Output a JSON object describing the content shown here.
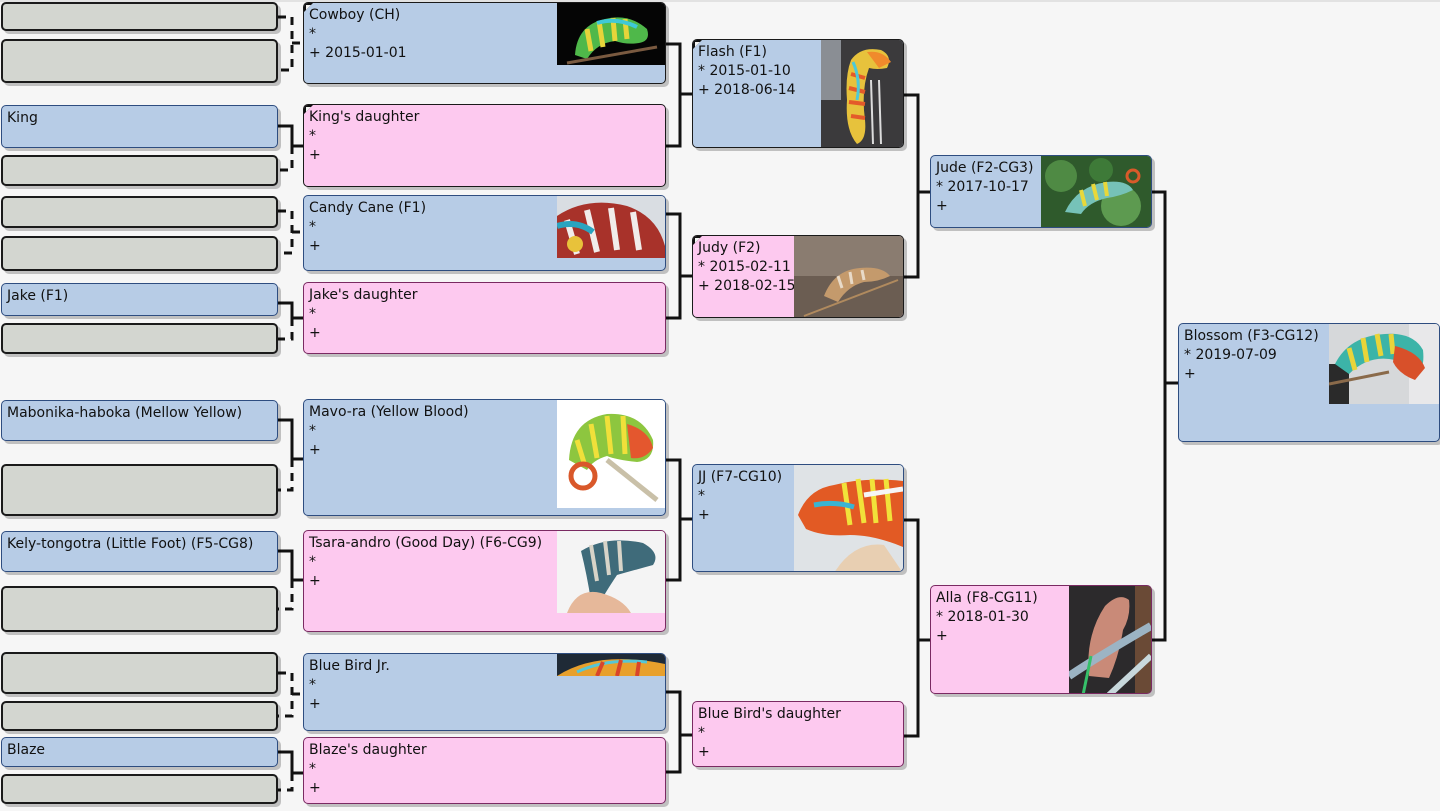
{
  "pedigree": {
    "root": {
      "name": "Blossom (F3-CG12)",
      "born": "* 2019-07-09",
      "died": "+",
      "sex": "male",
      "photo": "chameleon-photo"
    },
    "parents": [
      {
        "name": "Jude (F2-CG3)",
        "born": "* 2017-10-17",
        "died": "+",
        "sex": "male",
        "photo": "chameleon-photo"
      },
      {
        "name": "Alla (F8-CG11)",
        "born": "* 2018-01-30",
        "died": "+",
        "sex": "female",
        "photo": "chameleon-photo"
      }
    ],
    "grandparents": [
      {
        "name": "Flash (F1)",
        "born": "* 2015-01-10",
        "died": "+ 2018-06-14",
        "sex": "male",
        "photo": "chameleon-photo"
      },
      {
        "name": "Judy (F2)",
        "born": "* 2015-02-11",
        "died": "+ 2018-02-15",
        "sex": "female",
        "photo": "chameleon-photo"
      },
      {
        "name": "JJ (F7-CG10)",
        "born": "*",
        "died": "+",
        "sex": "male",
        "photo": "chameleon-photo"
      },
      {
        "name": "Blue Bird's daughter",
        "born": "*",
        "died": "+",
        "sex": "female",
        "photo": null
      }
    ],
    "great_grandparents": [
      {
        "name": "Cowboy (CH)",
        "born": "*",
        "died": "+ 2015-01-01",
        "sex": "male",
        "photo": "chameleon-photo"
      },
      {
        "name": "King's daughter",
        "born": "*",
        "died": "+",
        "sex": "female",
        "photo": null
      },
      {
        "name": "Candy Cane (F1)",
        "born": "*",
        "died": "+",
        "sex": "male",
        "photo": "chameleon-photo"
      },
      {
        "name": "Jake's daughter",
        "born": "*",
        "died": "+",
        "sex": "female",
        "photo": null
      },
      {
        "name": "Mavo-ra (Yellow Blood)",
        "born": "*",
        "died": "+",
        "sex": "male",
        "photo": "chameleon-photo"
      },
      {
        "name": "Tsara-andro (Good Day) (F6-CG9)",
        "born": "*",
        "died": "+",
        "sex": "female",
        "photo": "chameleon-photo"
      },
      {
        "name": "Blue Bird Jr.",
        "born": "*",
        "died": "+",
        "sex": "male",
        "photo": "chameleon-photo"
      },
      {
        "name": "Blaze's daughter",
        "born": "*",
        "died": "+",
        "sex": "female",
        "photo": null
      }
    ],
    "gen4": [
      {
        "name": "",
        "sex": "empty"
      },
      {
        "name": "",
        "sex": "empty"
      },
      {
        "name": "King",
        "sex": "male"
      },
      {
        "name": "",
        "sex": "empty"
      },
      {
        "name": "",
        "sex": "empty"
      },
      {
        "name": "",
        "sex": "empty"
      },
      {
        "name": "Jake (F1)",
        "sex": "male"
      },
      {
        "name": "",
        "sex": "empty"
      },
      {
        "name": "Mabonika-haboka (Mellow Yellow)",
        "sex": "male"
      },
      {
        "name": "",
        "sex": "empty"
      },
      {
        "name": "Kely-tongotra (Little Foot) (F5-CG8)",
        "sex": "male"
      },
      {
        "name": "",
        "sex": "empty"
      },
      {
        "name": "",
        "sex": "empty"
      },
      {
        "name": "",
        "sex": "empty"
      },
      {
        "name": "Blaze",
        "sex": "male"
      },
      {
        "name": "",
        "sex": "empty"
      }
    ]
  },
  "colors": {
    "male": "#b7cce6",
    "female": "#fdc9ef",
    "empty": "#d3d6d0",
    "background": "#f6f6f6",
    "line": "#111111"
  }
}
